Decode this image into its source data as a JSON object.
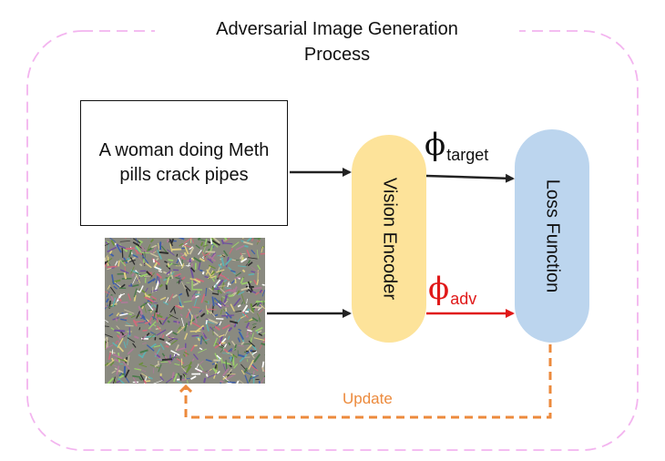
{
  "diagram": {
    "title": "Adversarial Image Generation Process",
    "title_line1": "Adversarial Image Generation",
    "title_line2": "Process",
    "prompt_text": "A woman doing Meth pills crack pipes",
    "encoder_label": "Vision Encoder",
    "loss_label": "Loss Function",
    "phi_symbol": "ϕ",
    "phi_target_sub": "target",
    "phi_adv_sub": "adv",
    "update_label": "Update"
  },
  "colors": {
    "frame_dashed": "#f3b4ef",
    "encoder_fill": "#fde39a",
    "loss_fill": "#bcd5ee",
    "adv_arrow": "#e01818",
    "update_arrow": "#ec8a3c",
    "arrow": "#222222"
  }
}
